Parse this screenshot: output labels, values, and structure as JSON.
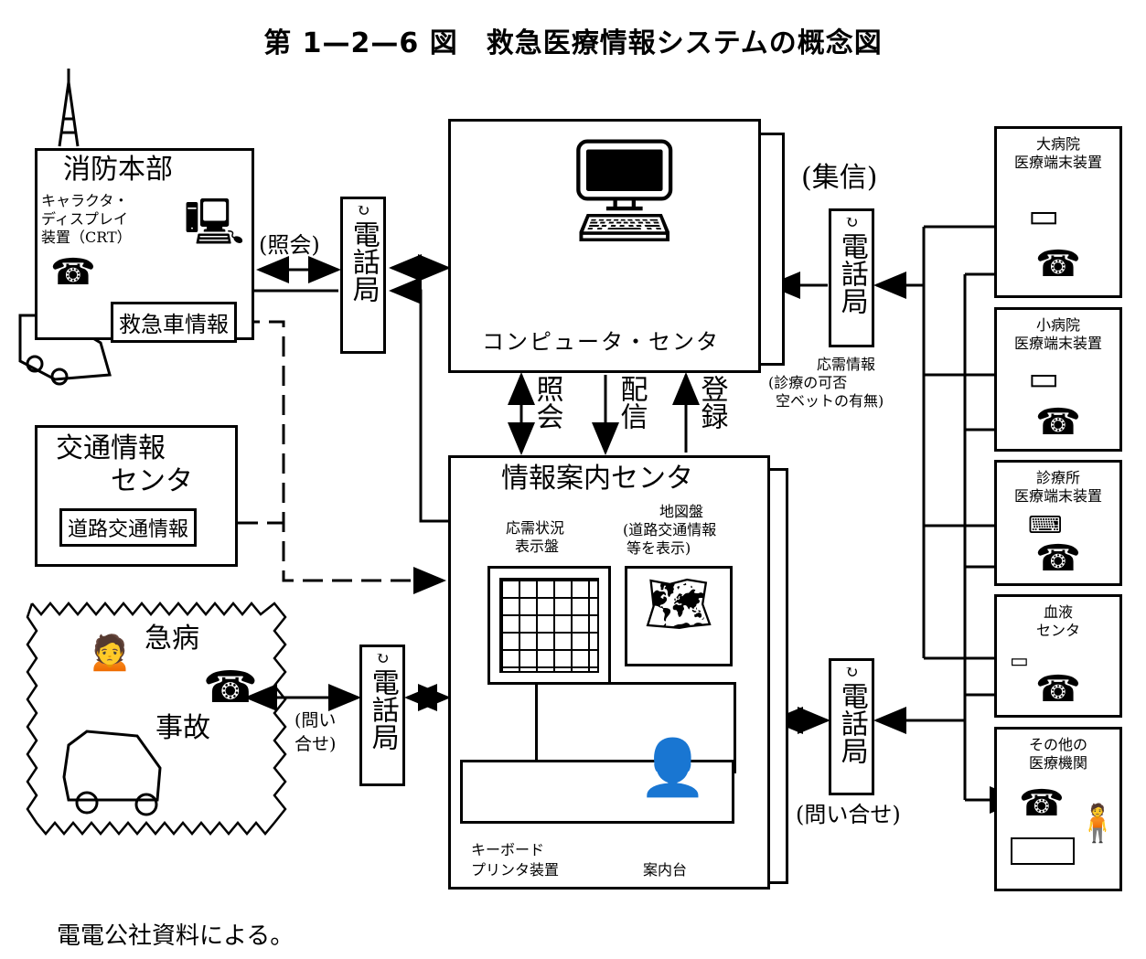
{
  "title": "第 1—2—6 図　救急医療情報システムの概念図",
  "fire_hq": {
    "name": "消防本部",
    "crt_label": [
      "キャラクタ・",
      "ディスプレイ",
      "装置（CRT）"
    ],
    "ambulance_info": "救急車情報",
    "inquiry_label": "(照会)"
  },
  "traffic_center": {
    "name_line1": "交通情報",
    "name_line2": "センタ",
    "road_info": "道路交通情報"
  },
  "emergency_scene": {
    "illness": "急病",
    "accident": "事故",
    "inquiry_label": [
      "(問い",
      "合せ)"
    ]
  },
  "phone_office": {
    "label": "電話局",
    "symbol": "↻"
  },
  "computer_center": {
    "name": "コンピュータ・センタ"
  },
  "links": {
    "inquiry": "照会",
    "delivery": "配信",
    "registration": "登録"
  },
  "info_center": {
    "name": "情報案内センタ",
    "status_board": [
      "応需状況",
      "表示盤"
    ],
    "map_board": [
      "地図盤",
      "(道路交通情報",
      "等を表示)"
    ],
    "keyboard_printer": [
      "キーボード",
      "プリンタ装置"
    ],
    "guide_desk": "案内台"
  },
  "right_side": {
    "collection": "(集信)",
    "response_info_title": "応需情報",
    "response_info_lines": [
      "(診療の可否",
      "空ベットの有無)"
    ],
    "inquiry": "(問い合せ)"
  },
  "facilities": [
    {
      "lines": [
        "大病院",
        "医療端末装置"
      ],
      "terminal": "terminal-large"
    },
    {
      "lines": [
        "小病院",
        "医療端末装置"
      ],
      "terminal": "terminal-small"
    },
    {
      "lines": [
        "診療所",
        "医療端末装置"
      ],
      "terminal": "terminal-flat"
    },
    {
      "lines": [
        "血液",
        "センタ"
      ],
      "terminal": "terminal-mini"
    },
    {
      "lines": [
        "その他の",
        "医療機関"
      ],
      "terminal": "none"
    }
  ],
  "footer": "電電公社資料による。"
}
